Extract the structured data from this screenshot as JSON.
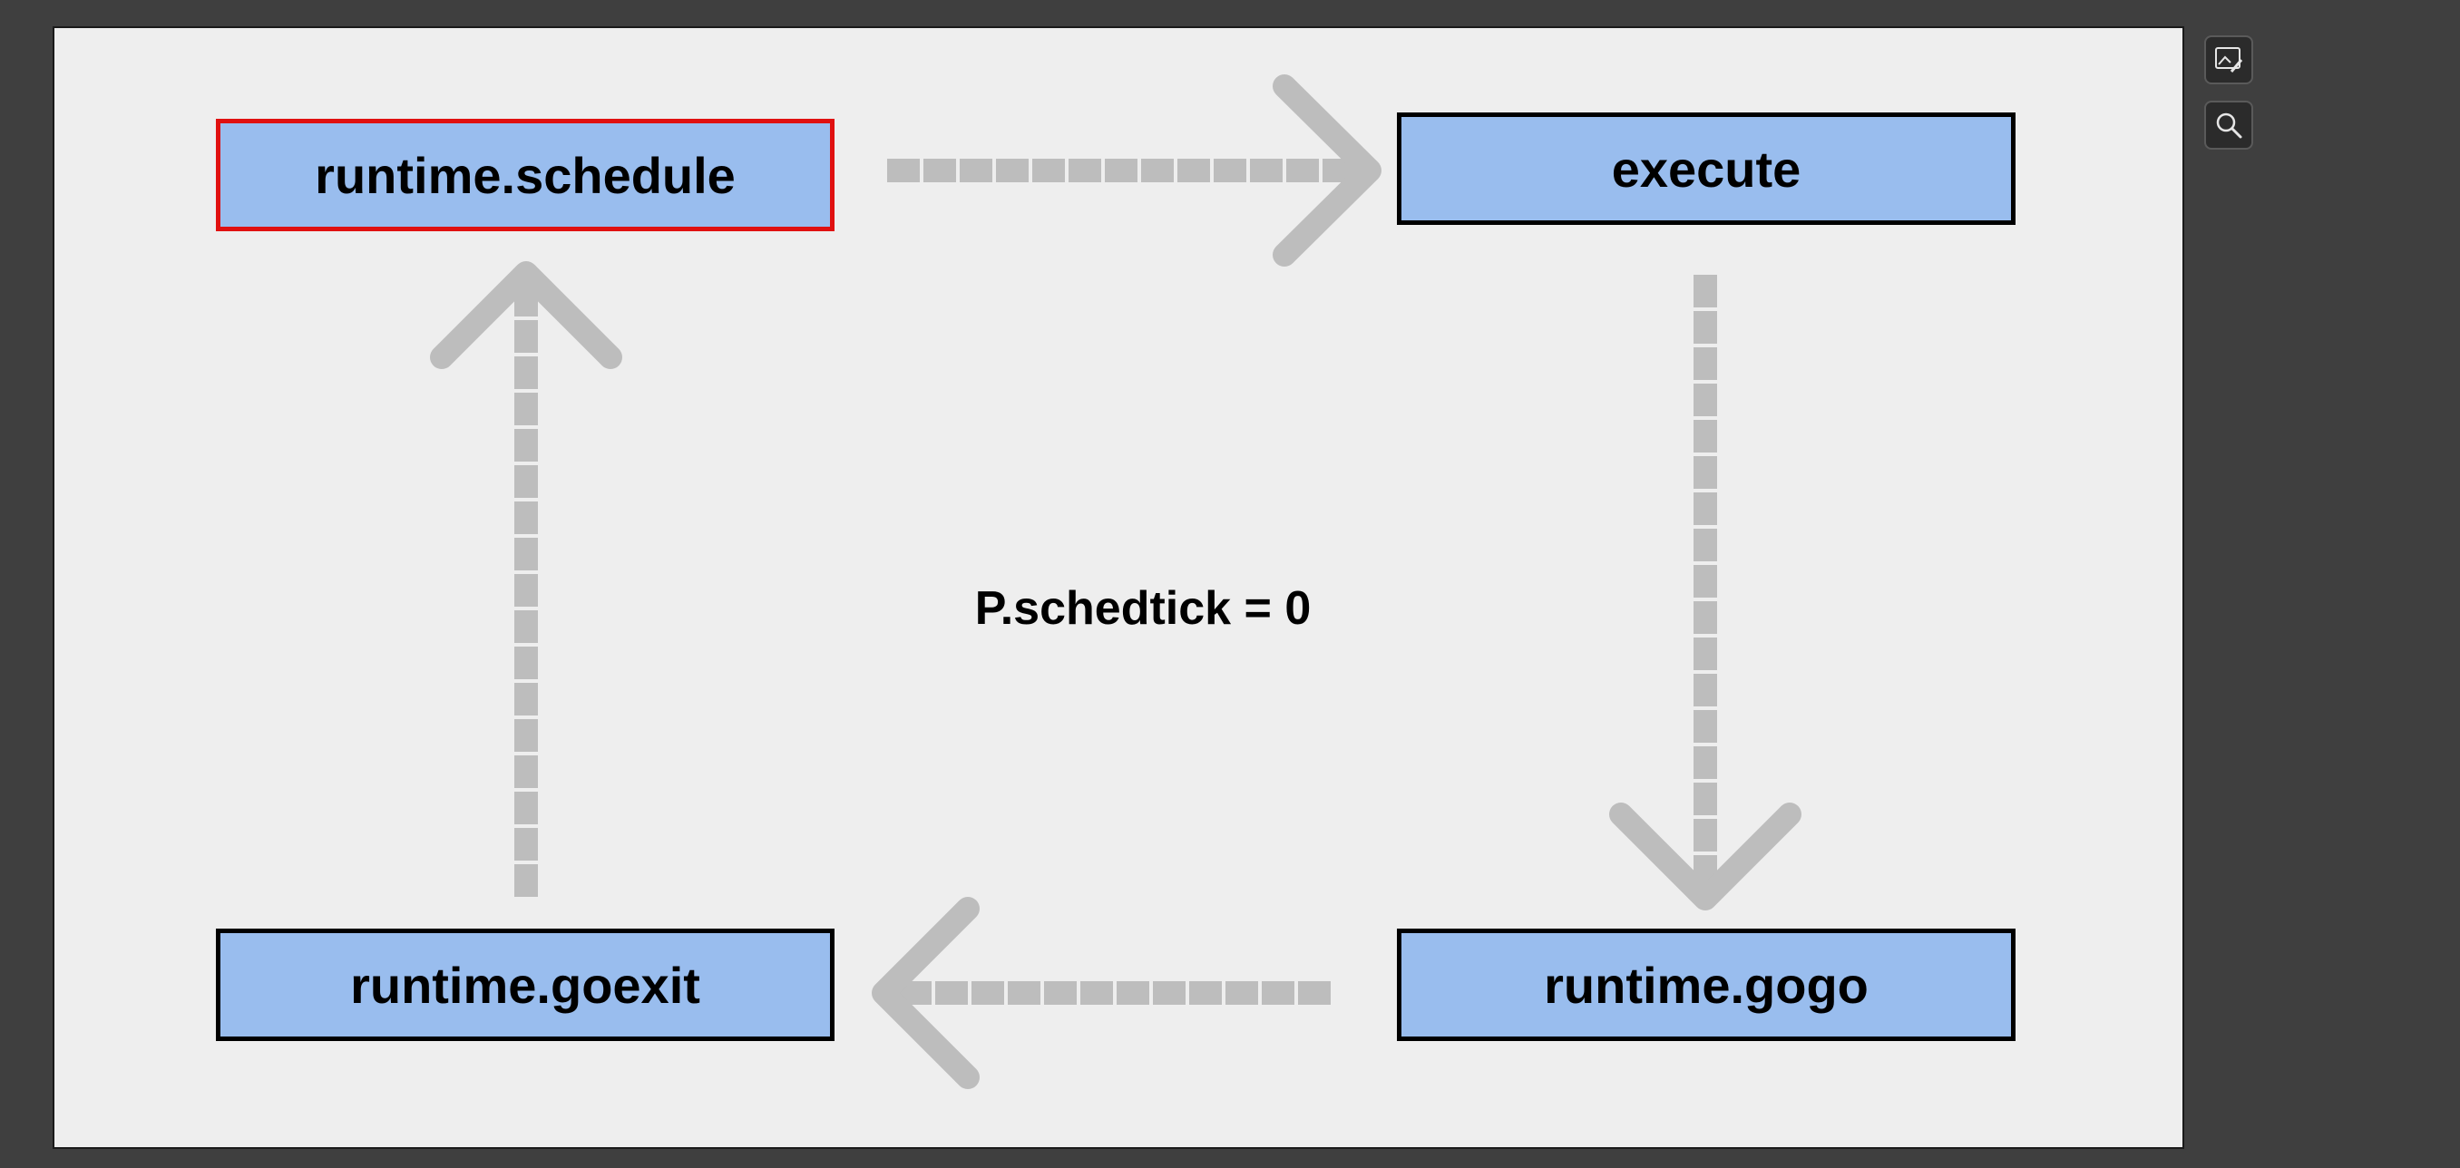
{
  "diagram": {
    "nodes": {
      "schedule": "runtime.schedule",
      "execute": "execute",
      "goexit": "runtime.goexit",
      "gogo": "runtime.gogo"
    },
    "center_label": "P.schedtick = 0",
    "highlight_color": "#e01010",
    "node_fill": "#99bdee",
    "arrow_color": "#bdbdbd"
  },
  "toolbar": {
    "buttons": [
      {
        "icon": "edit-image-icon"
      },
      {
        "icon": "search-icon"
      }
    ]
  }
}
